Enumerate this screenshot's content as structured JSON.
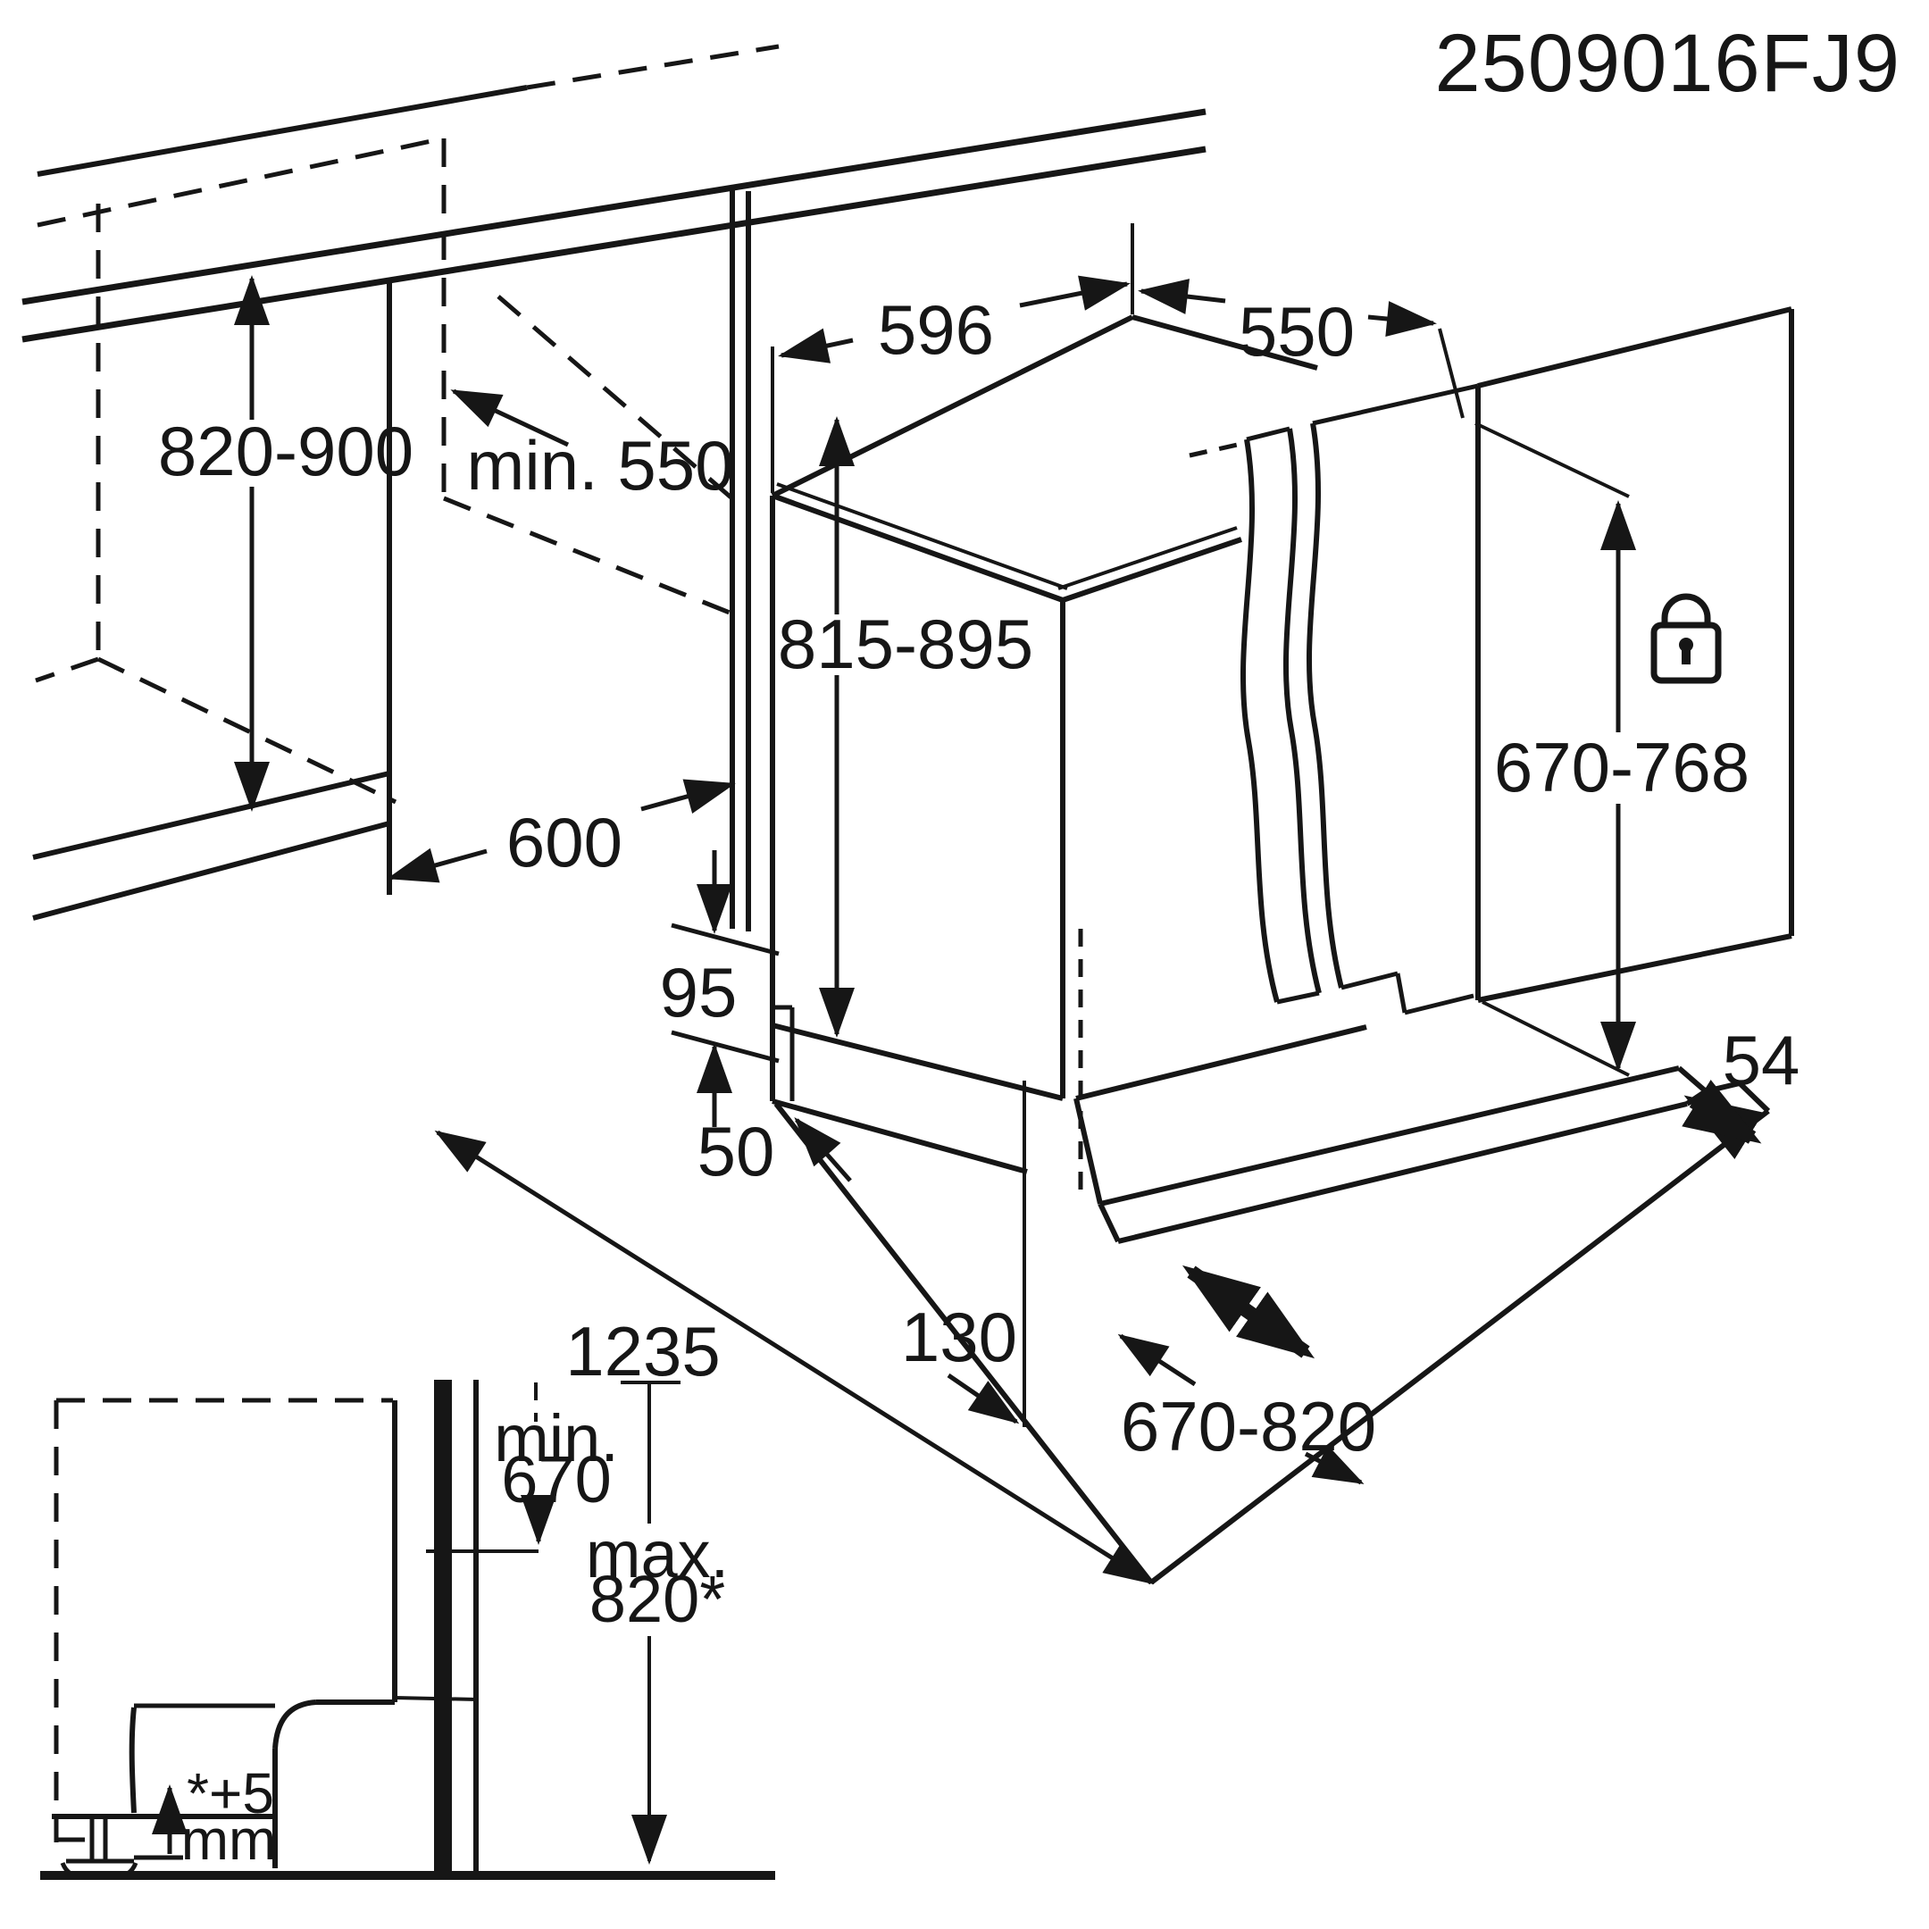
{
  "header": {
    "part_number": "2509016FJ9"
  },
  "main_view": {
    "niche_height": "820-900",
    "niche_depth": "min. 550",
    "niche_width": "600",
    "appliance_width": "596",
    "appliance_depth": "550",
    "appliance_height": "815-895",
    "door_panel_height": "670-768",
    "plinth_height": "95",
    "plinth_recess": "50",
    "total_depth_door_open": "1235",
    "door_bottom_clearance": "130",
    "panel_slide_range": "670-820",
    "panel_edge_clearance": "54"
  },
  "detail_view": {
    "min_height_label": "min.",
    "min_height_value": "670",
    "max_height_label": "max.",
    "max_height_value": "820*",
    "foot_adjust_line1": "*+5",
    "foot_adjust_line2": "mm"
  },
  "icons": {
    "lock": "padlock-icon",
    "slide": "double-arrow-icon"
  },
  "colors": {
    "ink": "#161616",
    "background": "#ffffff"
  }
}
